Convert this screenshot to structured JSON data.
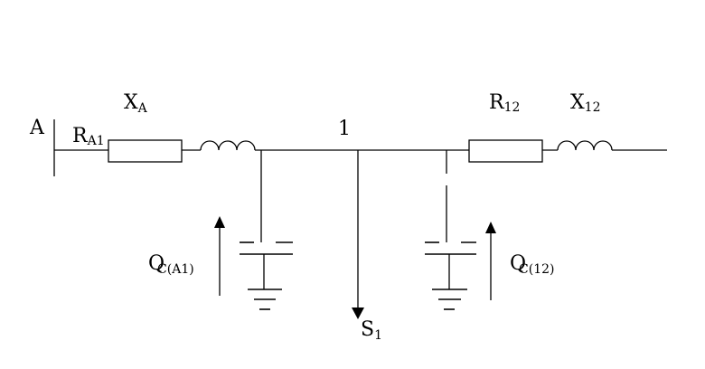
{
  "labels": {
    "bus_A": "A",
    "R_A1": {
      "main": "R",
      "sub": "A1"
    },
    "X_A": {
      "main": "X",
      "sub": "A"
    },
    "node_1": "1",
    "R_12": {
      "main": "R",
      "sub": "12"
    },
    "X_12": {
      "main": "X",
      "sub": "12"
    },
    "Q_A1": {
      "main": "Q",
      "sub": "C(A1)"
    },
    "Q_12": {
      "main": "Q",
      "sub": "C(12)"
    },
    "S_1": {
      "main": "S",
      "sub": "1"
    }
  },
  "colors": {
    "line": "#000000",
    "background": "#ffffff"
  }
}
